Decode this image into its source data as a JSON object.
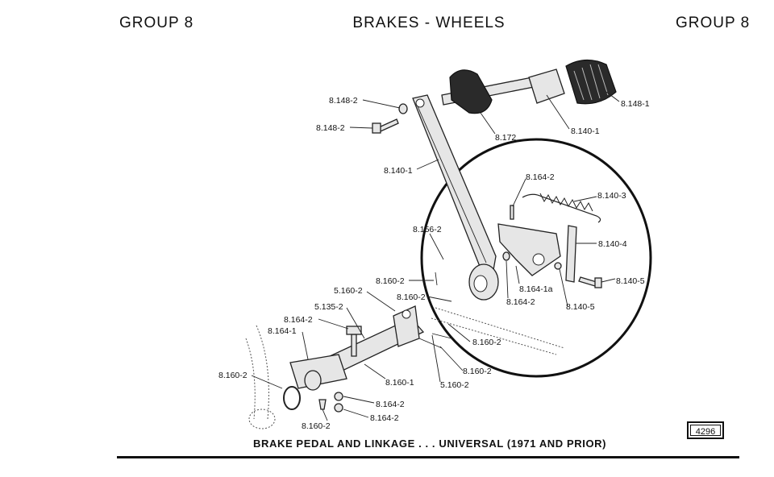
{
  "header": {
    "left": "GROUP 8",
    "center": "BRAKES - WHEELS",
    "right": "GROUP 8"
  },
  "labels": {
    "l1": "8.148-2",
    "l2": "8.148-2",
    "l3": "8.148-1",
    "l4": "8.172",
    "l5": "8.140-1",
    "l6": "8.140-1",
    "l7": "8.164-2",
    "l8": "8.140-3",
    "l9": "8.156-2",
    "l10": "8.140-4",
    "l11": "8.160-2",
    "l12": "8.140-5",
    "l13": "5.160-2",
    "l14": "8.160-2",
    "l15": "8.164-1a",
    "l16": "8.164-2",
    "l17": "8.140-5",
    "l18": "5.135-2",
    "l19": "8.164-2",
    "l20": "8.164-1",
    "l21": "8.160-2",
    "l22": "8.160-2",
    "l23": "8.160-1",
    "l24": "5.160-2",
    "l25": "8.160-2",
    "l26": "8.164-2",
    "l27": "8.164-2",
    "l28": "8.160-2"
  },
  "caption": "BRAKE PEDAL AND LINKAGE . . . UNIVERSAL (1971 AND PRIOR)",
  "plate_number": "4296"
}
